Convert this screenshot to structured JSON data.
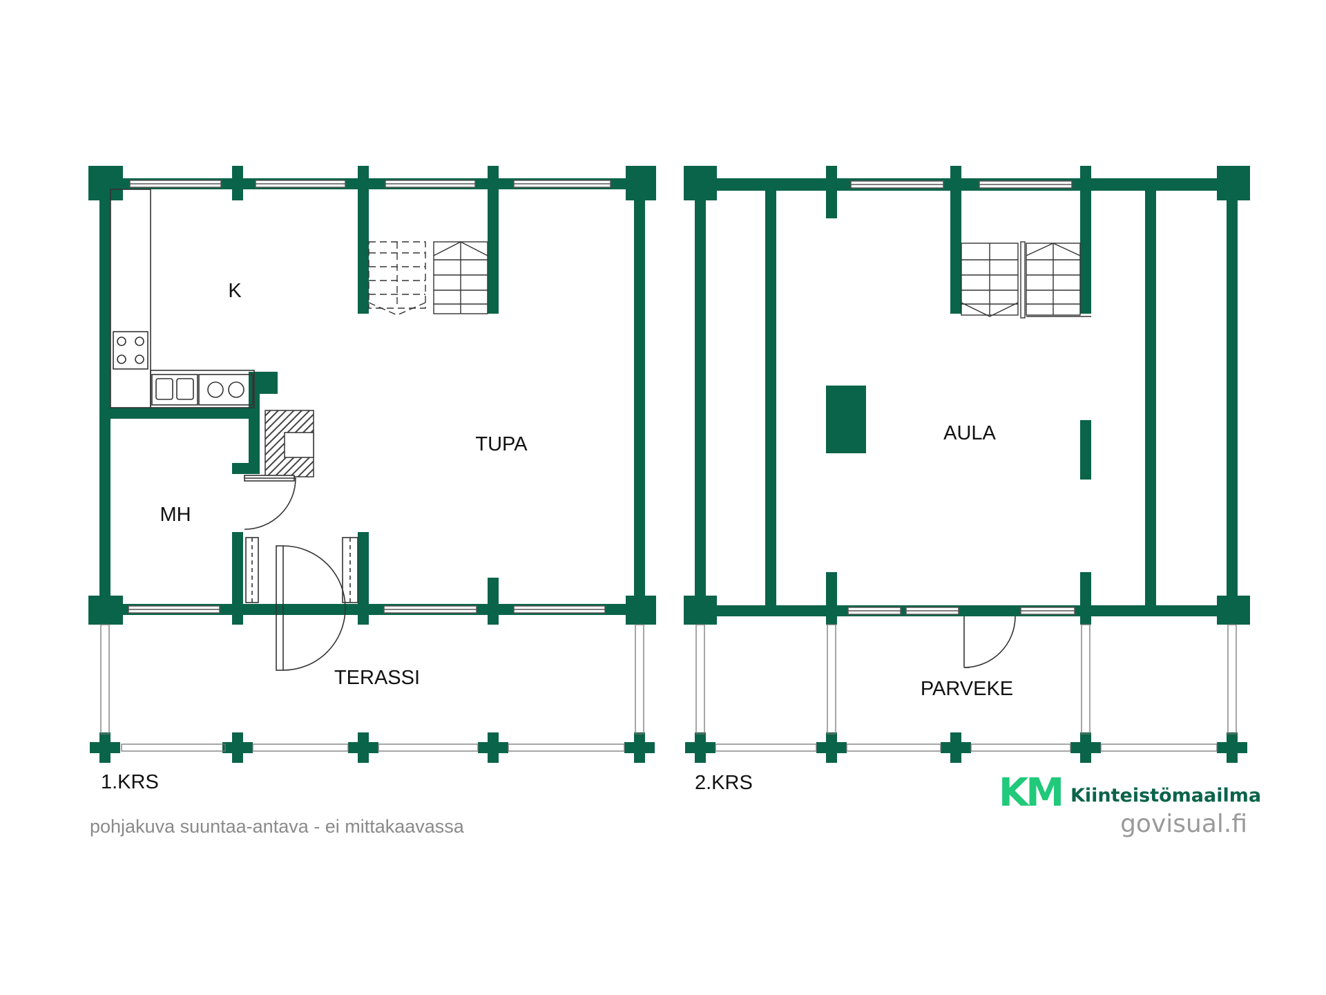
{
  "colors": {
    "wall": "#0a6449",
    "line": "#555555",
    "note": "#8a8a8a",
    "brand_text": "#0a6449",
    "logo_accent": "#21c97a"
  },
  "floor1": {
    "caption": "1.KRS",
    "rooms": {
      "kitchen": "K",
      "living": "TUPA",
      "bedroom": "MH",
      "terrace": "TERASSI"
    }
  },
  "floor2": {
    "caption": "2.KRS",
    "rooms": {
      "hall": "AULA",
      "balcony": "PARVEKE"
    }
  },
  "footer": {
    "disclaimer": "pohjakuva suuntaa-antava - ei mittakaavassa",
    "logo_mark": "KM",
    "logo_text": "Kiinteistömaailma",
    "website": "govisual.fi"
  }
}
